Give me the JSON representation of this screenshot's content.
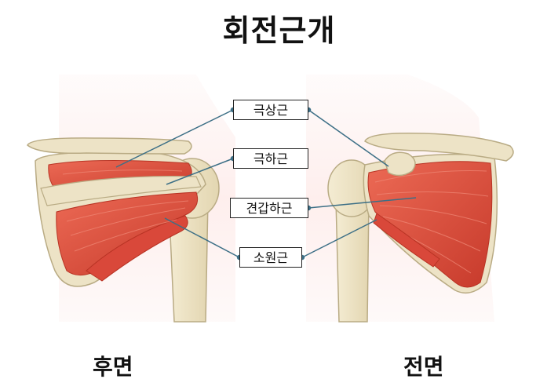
{
  "title": "회전근개",
  "labels": {
    "supraspinatus": "극상근",
    "infraspinatus": "극하근",
    "subscapularis": "견갑하근",
    "teres_minor": "소원근"
  },
  "views": {
    "posterior": "후면",
    "anterior": "전면"
  },
  "colors": {
    "bone": "#ede3c6",
    "bone_outline": "#b9ab84",
    "muscle": "#e2503f",
    "muscle_dark": "#b83324",
    "leader_line": "#3c6f86",
    "background_glow": "#fde8e6"
  }
}
